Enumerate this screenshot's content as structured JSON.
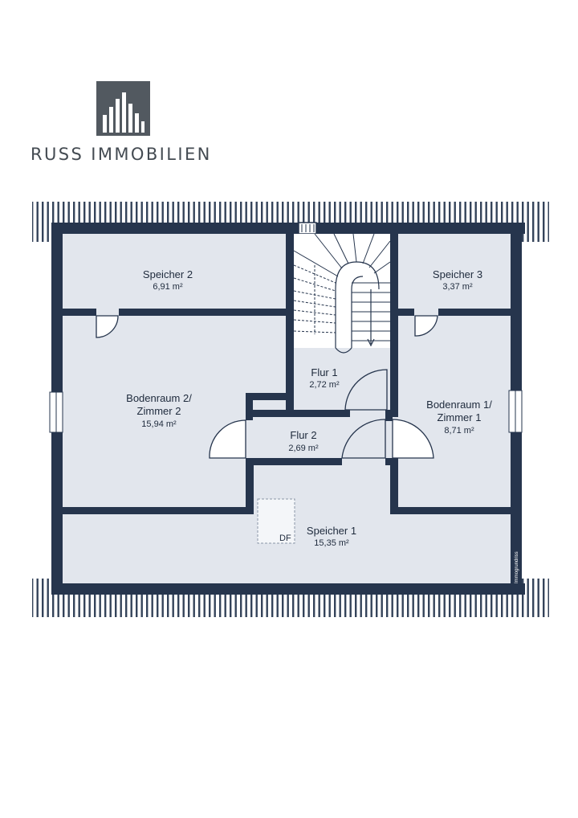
{
  "brand": {
    "name": "RUSS IMMOBILIEN",
    "logo_icon": "building-bars-icon"
  },
  "floorplan": {
    "rooms": [
      {
        "id": "speicher2",
        "name": "Speicher 2",
        "area": "6,91 m²"
      },
      {
        "id": "speicher3",
        "name": "Speicher 3",
        "area": "3,37 m²"
      },
      {
        "id": "flur1",
        "name": "Flur 1",
        "area": "2,72 m²"
      },
      {
        "id": "bodenraum2",
        "name_line1": "Bodenraum 2/",
        "name_line2": "Zimmer 2",
        "area": "15,94 m²"
      },
      {
        "id": "bodenraum1",
        "name_line1": "Bodenraum 1/",
        "name_line2": "Zimmer 1",
        "area": "8,71 m²"
      },
      {
        "id": "flur2",
        "name": "Flur 2",
        "area": "2,69 m²"
      },
      {
        "id": "speicher1",
        "name": "Speicher 1",
        "area": "15,35 m²"
      }
    ],
    "skylight_label": "DF",
    "watermark": "Immogrundriss",
    "colors": {
      "wall": "#26354d",
      "floor": "#e2e6ed",
      "roof_stripes": "#34435a"
    }
  }
}
